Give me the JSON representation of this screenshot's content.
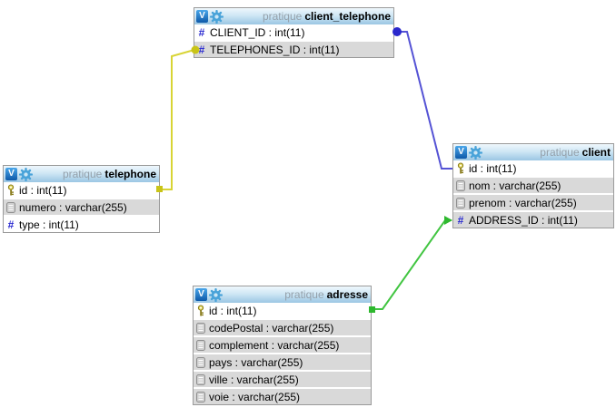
{
  "icons": {
    "v_badge_label": "V",
    "hash_glyph": "#"
  },
  "tables": [
    {
      "schema": "pratique",
      "name": "client_telephone",
      "fields": [
        {
          "icon": "hash-icon",
          "label": "CLIENT_ID : int(11)"
        },
        {
          "icon": "hash-icon",
          "label": "TELEPHONES_ID : int(11)"
        }
      ]
    },
    {
      "schema": "pratique",
      "name": "telephone",
      "fields": [
        {
          "icon": "key-icon",
          "label": "id : int(11)"
        },
        {
          "icon": "document-icon",
          "label": "numero : varchar(255)"
        },
        {
          "icon": "hash-icon",
          "label": "type : int(11)"
        }
      ]
    },
    {
      "schema": "pratique",
      "name": "client",
      "fields": [
        {
          "icon": "key-icon",
          "label": "id : int(11)"
        },
        {
          "icon": "document-icon",
          "label": "nom : varchar(255)"
        },
        {
          "icon": "document-icon",
          "label": "prenom : varchar(255)"
        },
        {
          "icon": "hash-icon",
          "label": "ADDRESS_ID : int(11)"
        }
      ]
    },
    {
      "schema": "pratique",
      "name": "adresse",
      "fields": [
        {
          "icon": "key-icon",
          "label": "id : int(11)"
        },
        {
          "icon": "document-icon",
          "label": "codePostal : varchar(255)"
        },
        {
          "icon": "document-icon",
          "label": "complement : varchar(255)"
        },
        {
          "icon": "document-icon",
          "label": "pays : varchar(255)"
        },
        {
          "icon": "document-icon",
          "label": "ville : varchar(255)"
        },
        {
          "icon": "document-icon",
          "label": "voie : varchar(255)"
        }
      ]
    }
  ],
  "relations": [
    {
      "from_table": "telephone",
      "from_field": "id",
      "to_table": "client_telephone",
      "to_field": "TELEPHONES_ID",
      "color": "#d8d435",
      "marker_color": "#c9c417"
    },
    {
      "from_table": "client_telephone",
      "from_field": "CLIENT_ID",
      "to_table": "client",
      "to_field": "id",
      "color": "#5553d5",
      "marker_color": "#2a28cc"
    },
    {
      "from_table": "adresse",
      "from_field": "id",
      "to_table": "client",
      "to_field": "ADDRESS_ID",
      "color": "#41c541",
      "marker_color": "#2eb82e"
    }
  ]
}
